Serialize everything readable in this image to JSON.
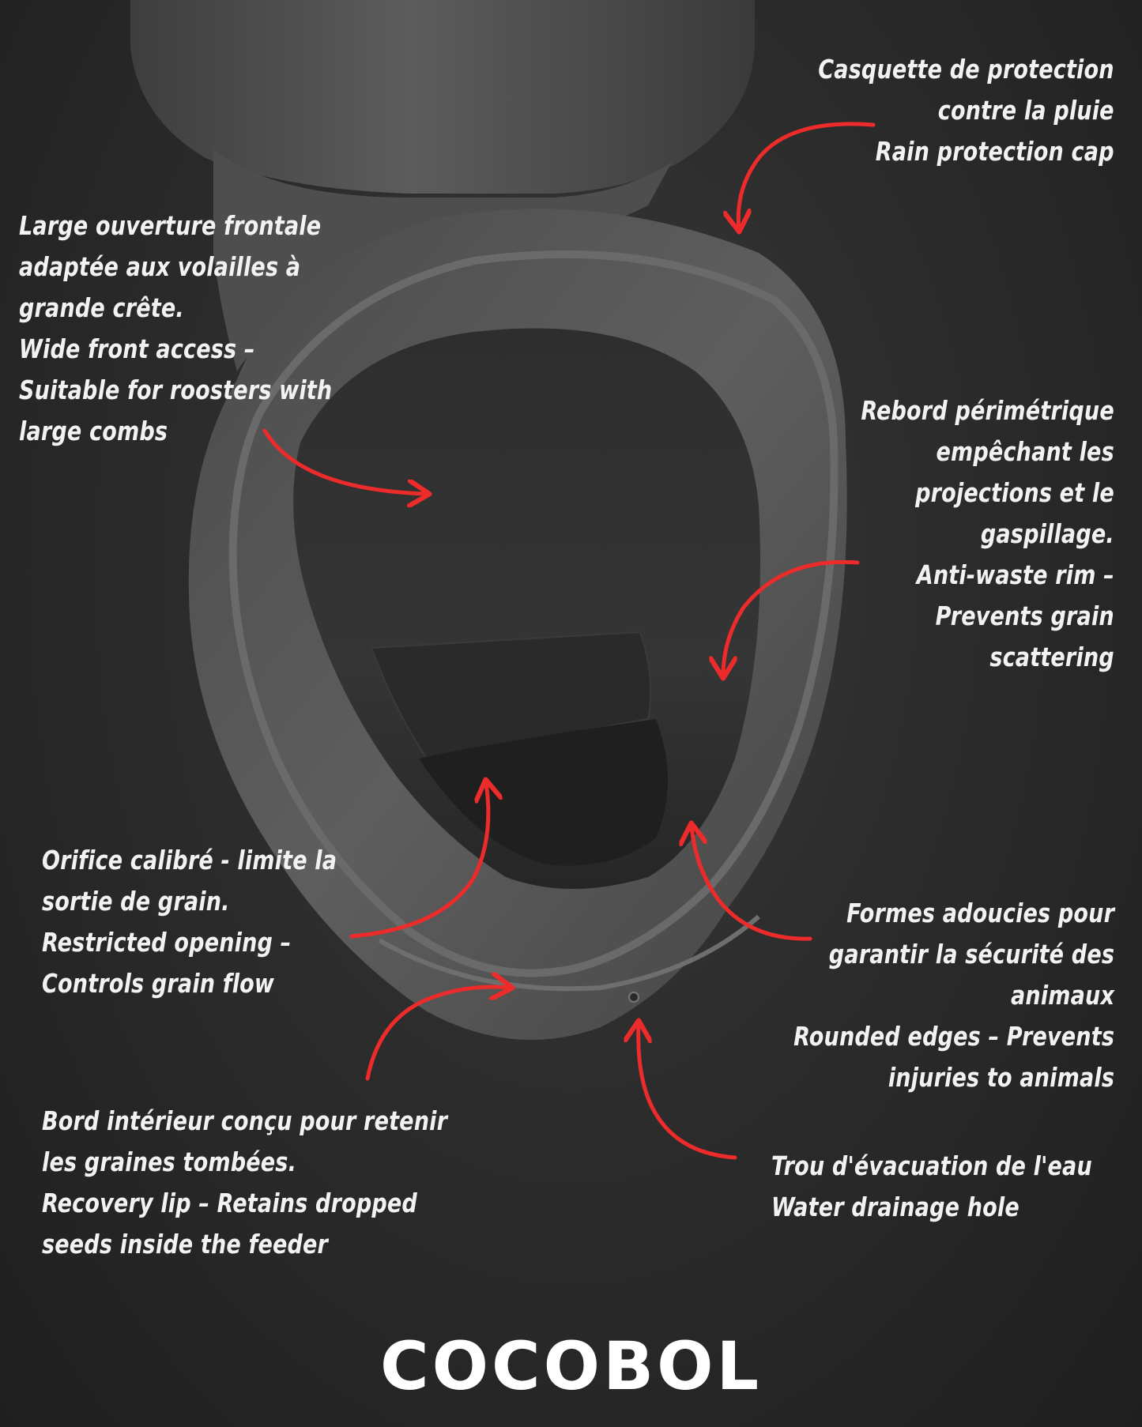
{
  "brand": {
    "name": "COCOBOL",
    "color": "#ffffff"
  },
  "colors": {
    "background": "#2a2a2a",
    "arrow": "#ee2b2b",
    "text": "#f2f2f2",
    "product": "#5a5a5a"
  },
  "annotations": {
    "rain_cap": {
      "lines": [
        "Casquette de protection",
        "contre la pluie",
        "Rain protection cap"
      ]
    },
    "front_access": {
      "lines": [
        "Large ouverture frontale",
        "adaptée aux volailles à",
        "grande crête.",
        "Wide front access –",
        "Suitable for roosters with",
        "large combs"
      ]
    },
    "anti_waste_rim": {
      "lines": [
        "Rebord périmétrique",
        "empêchant les",
        "projections et le",
        "gaspillage.",
        "Anti-waste rim –",
        "Prevents grain",
        "scattering"
      ]
    },
    "restricted_opening": {
      "lines": [
        "Orifice calibré - limite la",
        "sortie de grain.",
        "Restricted opening –",
        "Controls grain flow"
      ]
    },
    "rounded_edges": {
      "lines": [
        "Formes adoucies pour",
        "garantir la sécurité des",
        "animaux",
        "Rounded edges – Prevents",
        "injuries to animals"
      ]
    },
    "recovery_lip": {
      "lines": [
        "Bord intérieur conçu pour retenir",
        "les graines tombées.",
        "Recovery lip – Retains dropped",
        "seeds inside the feeder"
      ]
    },
    "drainage_hole": {
      "lines": [
        "Trou d'évacuation de l'eau",
        "Water drainage hole"
      ]
    }
  }
}
